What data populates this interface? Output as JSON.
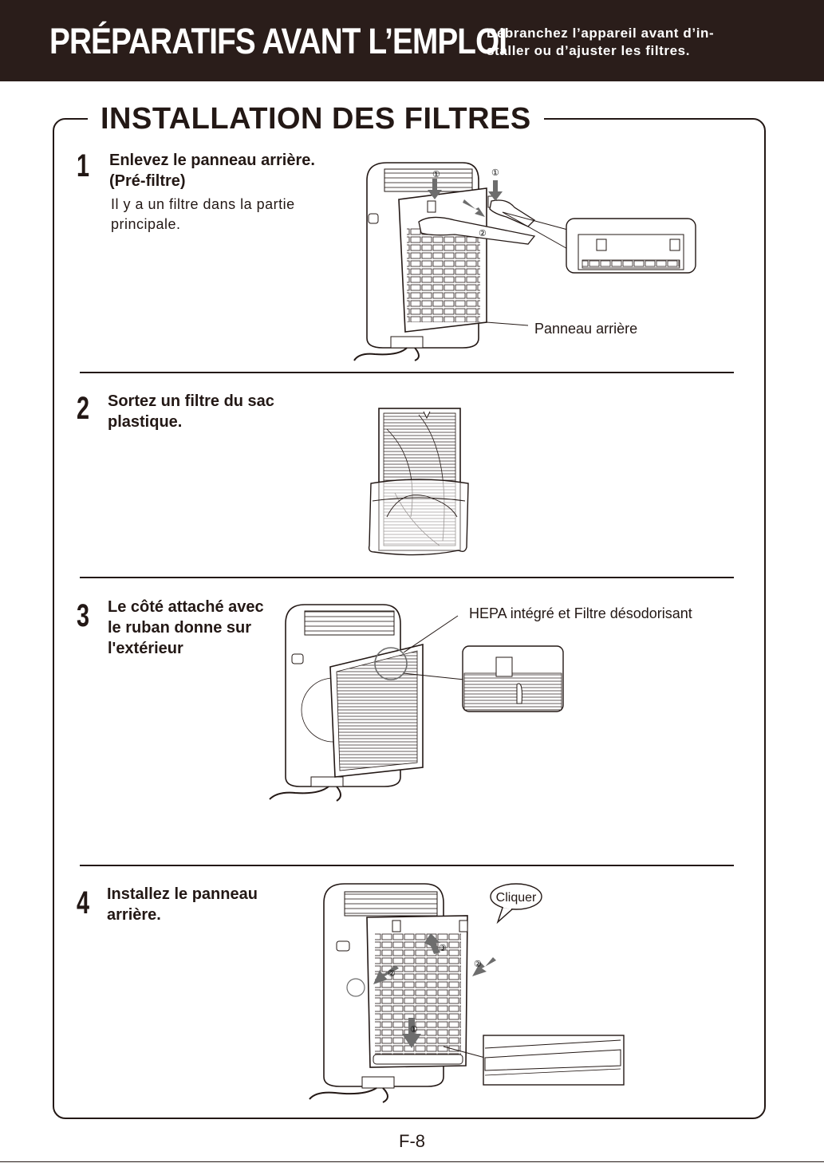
{
  "header": {
    "title": "PRÉPARATIFS AVANT L’EMPLOI",
    "note_line1": "Débranchez l’appareil avant d’in-",
    "note_line2": "staller ou d’ajuster les filtres."
  },
  "section_title": "INSTALLATION DES FILTRES",
  "steps": [
    {
      "number": "1",
      "heading_line1": "Enlevez le panneau arrière.",
      "heading_line2": "(Pré-filtre)",
      "body_line1": "Il y a un filtre dans la partie",
      "body_line2": "principale.",
      "callout": "Panneau arrière",
      "markers": [
        "①",
        "①",
        "②"
      ]
    },
    {
      "number": "2",
      "heading_line1": "Sortez un filtre du sac",
      "heading_line2": "plastique."
    },
    {
      "number": "3",
      "heading_line1": "Le côté attaché avec",
      "heading_line2": "le ruban donne sur",
      "heading_line3": "l'extérieur",
      "callout": "HEPA intégré et  Filtre désodorisant"
    },
    {
      "number": "4",
      "heading_line1": "Installez le panneau",
      "heading_line2": "arrière.",
      "bubble": "Cliquer",
      "markers": [
        "①",
        "②",
        "③",
        "②"
      ]
    }
  ],
  "page_number": "F-8"
}
